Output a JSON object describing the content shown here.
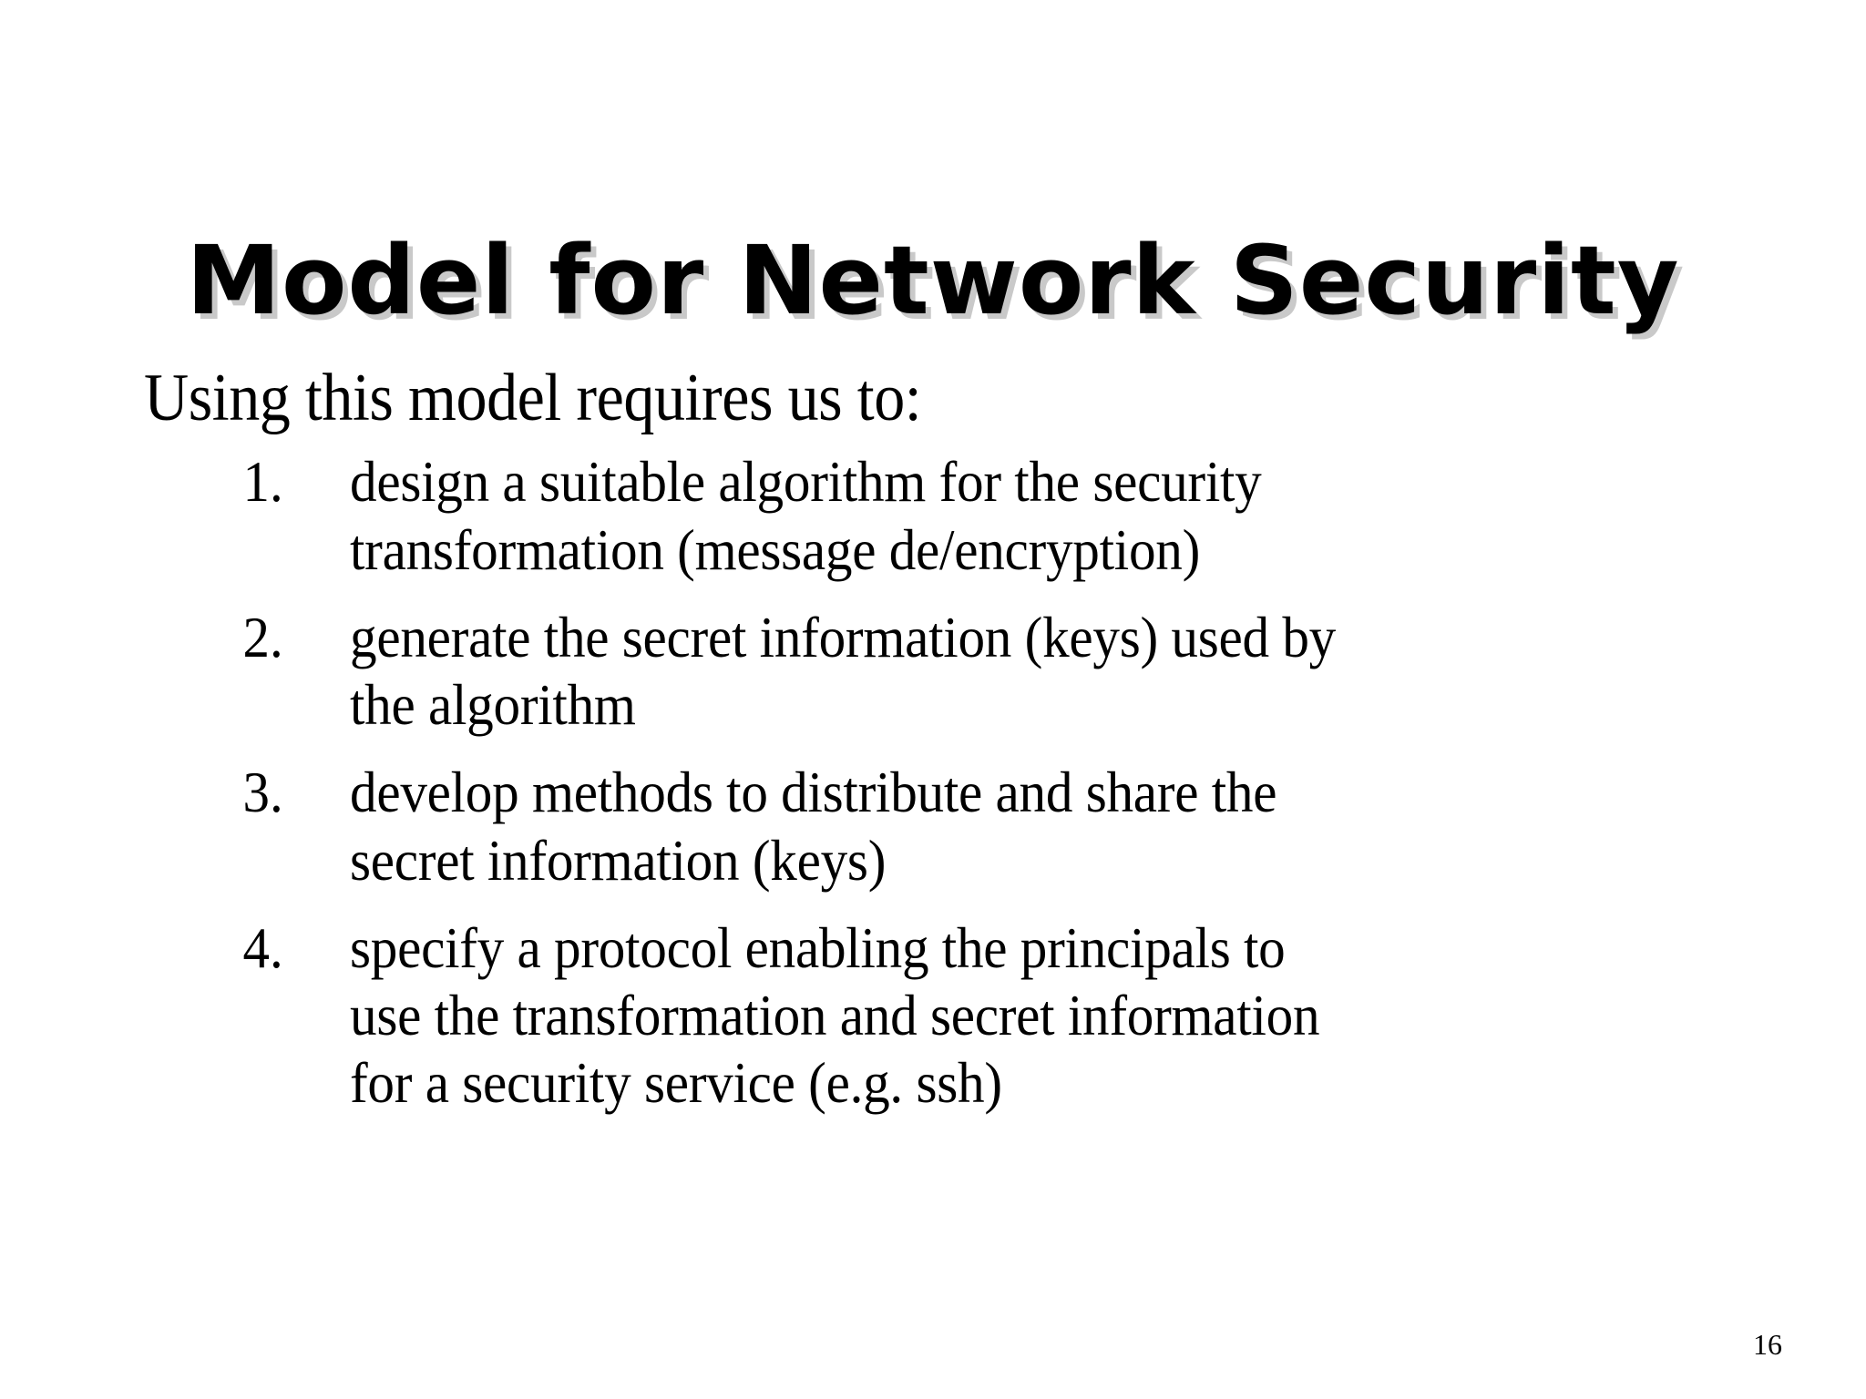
{
  "slide": {
    "title": "Model for Network Security",
    "lead": "Using this model requires us to:",
    "page_number": "16",
    "colors": {
      "background": "#ffffff",
      "text": "#000000",
      "title_shadow": "#c9c9c9"
    },
    "items": [
      {
        "number": "1.",
        "lines": [
          "design a suitable algorithm for the security",
          "transformation (message de/encryption)"
        ]
      },
      {
        "number": "2.",
        "lines": [
          "generate the secret information (keys) used by",
          "the algorithm"
        ]
      },
      {
        "number": "3.",
        "lines": [
          "develop methods to distribute and share the",
          "secret information (keys)"
        ]
      },
      {
        "number": "4.",
        "lines": [
          "specify a protocol enabling the principals to",
          "use the transformation and secret information",
          "for a security service (e.g. ssh)"
        ]
      }
    ]
  }
}
